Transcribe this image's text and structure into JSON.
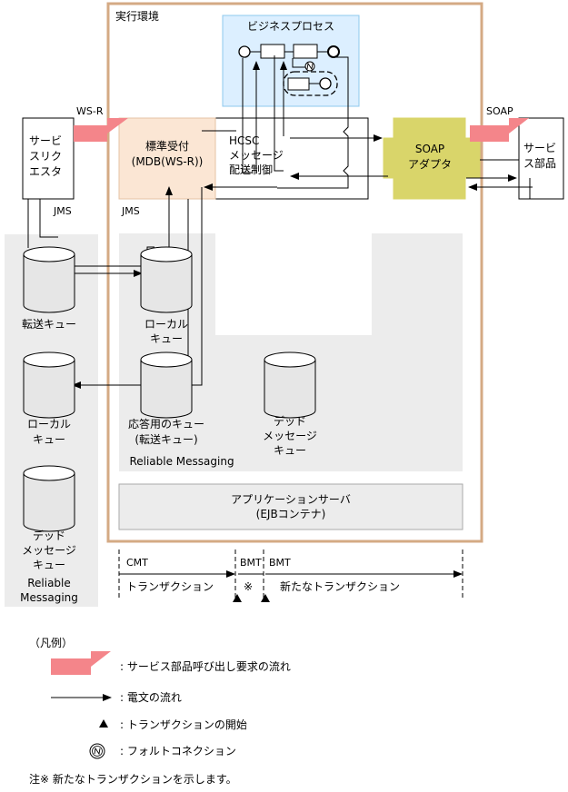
{
  "env": {
    "title": "実行環境"
  },
  "bp": {
    "title": "ビジネスプロセス"
  },
  "requester": {
    "lines": [
      "サービ",
      "スリク",
      "エスタ"
    ]
  },
  "protocols": {
    "wsr": "WS-R",
    "soap": "SOAP",
    "jms_left": "JMS",
    "jms_center": "JMS"
  },
  "reception": {
    "lines": [
      "標準受付",
      "(MDB(WS-R))"
    ]
  },
  "hcsc": {
    "lines": [
      "HCSC",
      "メッセージ",
      "配送制御"
    ]
  },
  "adapter": {
    "lines": [
      "SOAP",
      "アダプタ"
    ]
  },
  "service": {
    "lines": [
      "サービ",
      "ス部品"
    ]
  },
  "queues": {
    "transfer_left": "転送キュー",
    "local_center": [
      "ローカル",
      "キュー"
    ],
    "local_left": [
      "ローカル",
      "キュー"
    ],
    "response": [
      "応答用のキュー",
      "(転送キュー)"
    ],
    "dead_center": [
      "デッド",
      "メッセージ",
      "キュー"
    ],
    "dead_left": [
      "デッド",
      "メッセージ",
      "キュー"
    ]
  },
  "reliable": {
    "center": "Reliable Messaging",
    "left": [
      "Reliable",
      "Messaging"
    ]
  },
  "appserver": {
    "lines": [
      "アプリケーションサーバ",
      "(EJBコンテナ)"
    ]
  },
  "timeline": {
    "cmt": "CMT",
    "bmt1": "BMT",
    "bmt2": "BMT",
    "tx": "トランザクション",
    "note_mark": "※",
    "new_tx": "新たなトランザクション"
  },
  "legend": {
    "title": "（凡例）",
    "items": [
      ": サービス部品呼び出し要求の流れ",
      ": 電文の流れ",
      ": トランザクションの開始",
      ": フォルトコネクション"
    ]
  },
  "note": "注※  新たなトランザクションを示します。",
  "colors": {
    "env_border": "#d4aa84",
    "bp_fill": "#dcefff",
    "bp_border": "#8ec8ee",
    "reception_fill": "#fbe6d4",
    "reception_border": "#e4c3a4",
    "adapter_fill": "#d9d56a",
    "big_arrow": "#f4858a",
    "gray_area": "#ececec"
  }
}
